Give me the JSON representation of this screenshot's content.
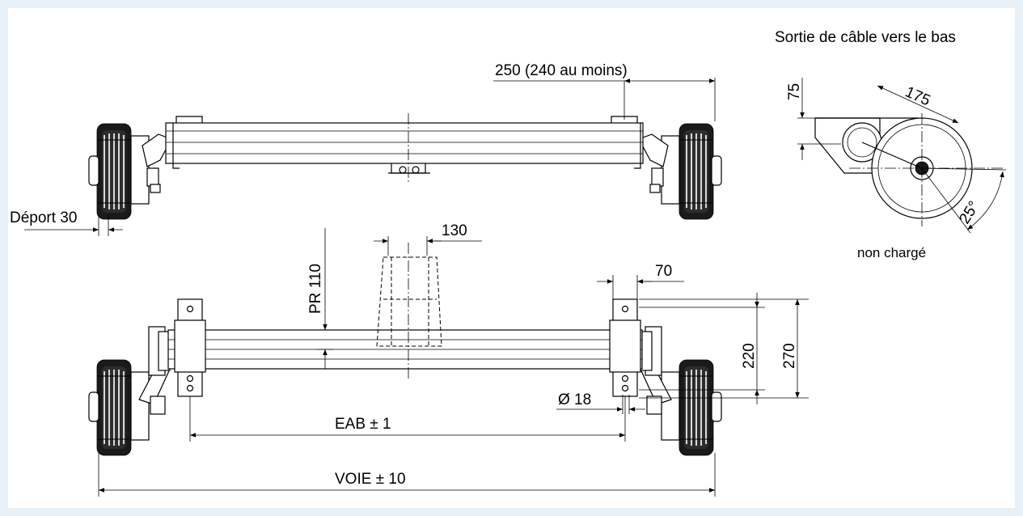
{
  "colors": {
    "background": "#e9f1f8",
    "line": "#000000",
    "tyre": "#1a1a1a"
  },
  "labels": {
    "cable_exit": "Sortie de câble vers le bas",
    "dim_250": "250 (240 au moins)",
    "dim_75": "75",
    "dim_175": "175",
    "dim_25deg": "25°",
    "unloaded": "non chargé",
    "offset": "Déport  30",
    "dim_130": "130",
    "pr110": "PR 110",
    "dim_70": "70",
    "dim_220": "220",
    "dim_270": "270",
    "dim_d18": "Ø 18",
    "eab": "EAB ± 1",
    "voie": "VOIE ± 10"
  }
}
